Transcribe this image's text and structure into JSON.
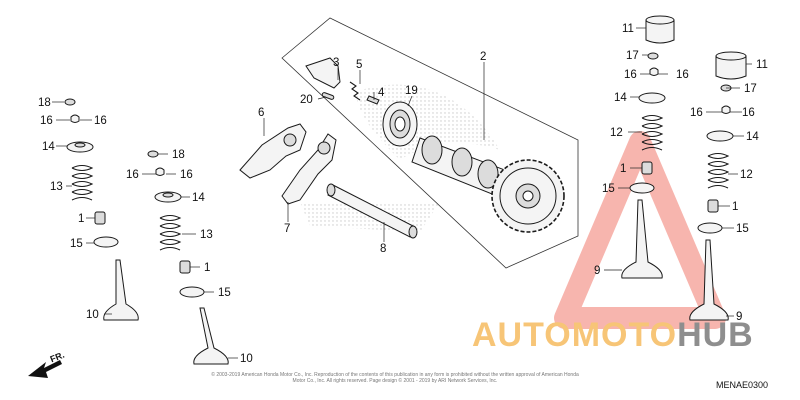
{
  "callouts": {
    "c1a": "1",
    "c1b": "1",
    "c1c": "1",
    "c1d": "1",
    "c2": "2",
    "c3": "3",
    "c4": "4",
    "c5": "5",
    "c6": "6",
    "c7": "7",
    "c8": "8",
    "c9a": "9",
    "c9b": "9",
    "c10a": "10",
    "c10b": "10",
    "c11a": "11",
    "c11b": "11",
    "c12a": "12",
    "c12b": "12",
    "c13a": "13",
    "c13b": "13",
    "c14a": "14",
    "c14b": "14",
    "c14c": "14",
    "c14d": "14",
    "c15a": "15",
    "c15b": "15",
    "c15c": "15",
    "c15d": "15",
    "c16a": "16",
    "c16b": "16",
    "c16c": "16",
    "c16d": "16",
    "c16e": "16",
    "c16f": "16",
    "c16g": "16",
    "c16h": "16",
    "c17a": "17",
    "c17b": "17",
    "c18a": "18",
    "c18b": "18",
    "c19": "19",
    "c20": "20"
  },
  "fr_label": "FR.",
  "ref_code": "MENAE0300",
  "watermark": {
    "part_a": "AUTOMOTO",
    "part_b": "HUB"
  },
  "copyright": "© 2003-2019 American Honda Motor Co., Inc. Reproduction of the contents of this publication in any form is prohibited without the written approval of American Honda Motor Co., Inc. All rights reserved. Page design © 2001 - 2019 by ARI Network Services, Inc.",
  "colors": {
    "watermark_orange": "#f7c577",
    "watermark_gray": "#8e8e8e",
    "triangle_red": "#f6a8a0"
  }
}
